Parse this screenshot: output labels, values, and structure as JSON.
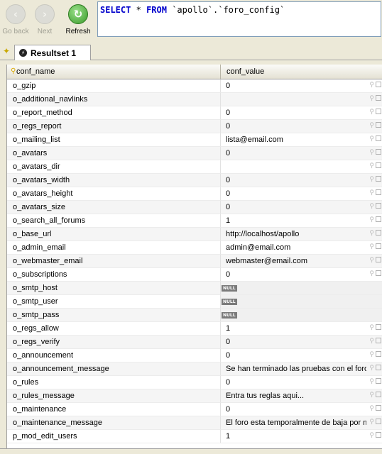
{
  "toolbar": {
    "go_back": "Go back",
    "next": "Next",
    "refresh": "Refresh"
  },
  "query": {
    "select": "SELECT",
    "star": "*",
    "from": "FROM",
    "table_ref": "`apollo`.`foro_config`"
  },
  "tabs": {
    "resultset": "Resultset 1"
  },
  "columns": [
    "conf_name",
    "conf_value"
  ],
  "null_label": "NULL",
  "rows": [
    {
      "name": "o_gzip",
      "value": "0"
    },
    {
      "name": "o_additional_navlinks",
      "value": ""
    },
    {
      "name": "o_report_method",
      "value": "0"
    },
    {
      "name": "o_regs_report",
      "value": "0"
    },
    {
      "name": "o_mailing_list",
      "value": "lista@email.com"
    },
    {
      "name": "o_avatars",
      "value": "0"
    },
    {
      "name": "o_avatars_dir",
      "value": ""
    },
    {
      "name": "o_avatars_width",
      "value": "0"
    },
    {
      "name": "o_avatars_height",
      "value": "0"
    },
    {
      "name": "o_avatars_size",
      "value": "0"
    },
    {
      "name": "o_search_all_forums",
      "value": "1"
    },
    {
      "name": "o_base_url",
      "value": "http://localhost/apollo"
    },
    {
      "name": "o_admin_email",
      "value": "admin@email.com"
    },
    {
      "name": "o_webmaster_email",
      "value": "webmaster@email.com"
    },
    {
      "name": "o_subscriptions",
      "value": "0"
    },
    {
      "name": "o_smtp_host",
      "value": null
    },
    {
      "name": "o_smtp_user",
      "value": null
    },
    {
      "name": "o_smtp_pass",
      "value": null
    },
    {
      "name": "o_regs_allow",
      "value": "1"
    },
    {
      "name": "o_regs_verify",
      "value": "0"
    },
    {
      "name": "o_announcement",
      "value": "0"
    },
    {
      "name": "o_announcement_message",
      "value": "Se han terminado las pruebas con el foro..."
    },
    {
      "name": "o_rules",
      "value": "0"
    },
    {
      "name": "o_rules_message",
      "value": "Entra tus reglas aqui..."
    },
    {
      "name": "o_maintenance",
      "value": "0"
    },
    {
      "name": "o_maintenance_message",
      "value": "El foro esta temporalmente de baja por m..."
    },
    {
      "name": "p_mod_edit_users",
      "value": "1"
    }
  ]
}
